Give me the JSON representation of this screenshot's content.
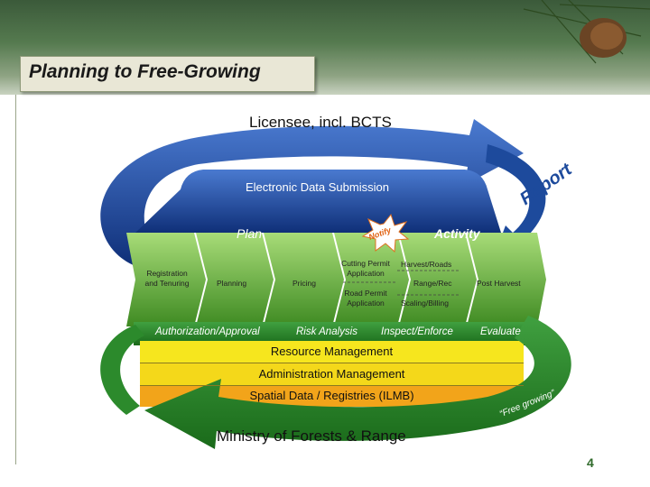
{
  "title": "Planning to Free-Growing",
  "top_label": "Licensee, incl. BCTS",
  "bottom_label": "Ministry of Forests & Range",
  "electronic_submission": "Electronic Data Submission",
  "report_label": "Report",
  "notify_label": "Notify",
  "plan_label": "Plan",
  "activity_label": "Activity",
  "processes": {
    "registration": "Registration and Tenuring",
    "planning": "Planning",
    "pricing": "Pricing",
    "cutting": "Cutting Permit Application",
    "road_permit": "Road Permit Application",
    "harvest_roads": "Harvest/Roads",
    "range_rec": "Range/Rec",
    "scaling": "Scaling/Billing",
    "post_harvest": "Post Harvest"
  },
  "stages": {
    "authorization": "Authorization/Approval",
    "risk": "Risk Analysis",
    "inspect": "Inspect/Enforce",
    "evaluate": "Evaluate"
  },
  "bands": {
    "resource": "Resource Management",
    "admin": "Administration Management",
    "spatial": "Spatial Data / Registries (ILMB)"
  },
  "free_growing": "“Free growing”",
  "page_number": "4",
  "colors": {
    "arrow_blue": "#1d4a9c",
    "chevron_green": "#4a8a2a",
    "arrow_green": "#2c8a2c",
    "band_yellow": "#f2e21a",
    "band_orange": "#f0a81a"
  }
}
